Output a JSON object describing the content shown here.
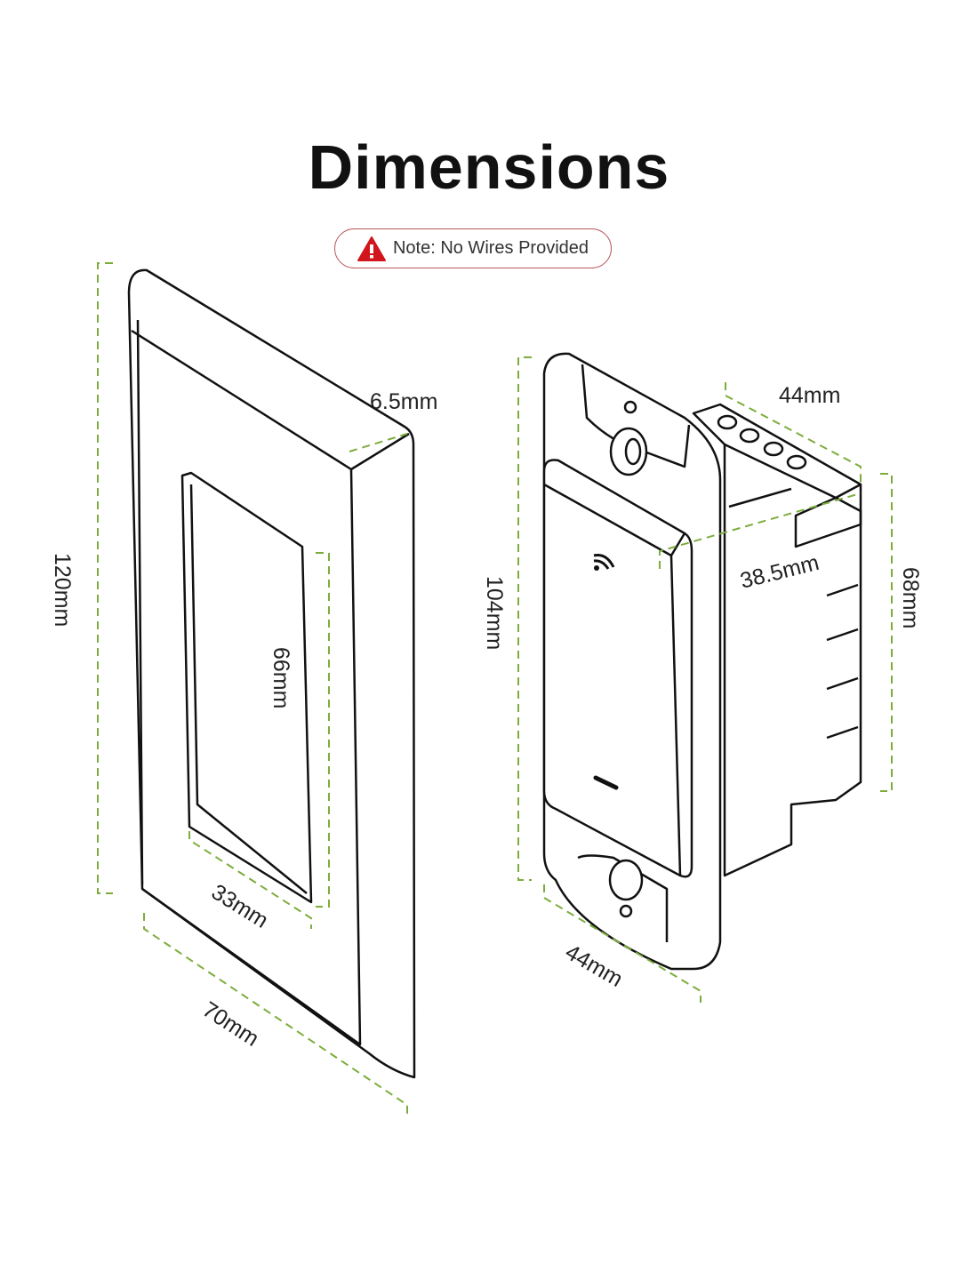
{
  "title": "Dimensions",
  "note": {
    "icon": "warning-triangle-icon",
    "text": "Note: No Wires Provided",
    "icon_color": "#d0161c",
    "border_color": "#b7585c"
  },
  "dimension_color": "#7cad3c",
  "wall_plate": {
    "height": "120mm",
    "depth": "6.5mm",
    "opening_height": "66mm",
    "opening_width": "33mm",
    "width": "70mm"
  },
  "switch": {
    "height": "104mm",
    "top_width": "44mm",
    "body_depth": "38.5mm",
    "body_height": "68mm",
    "bottom_width": "44mm"
  }
}
